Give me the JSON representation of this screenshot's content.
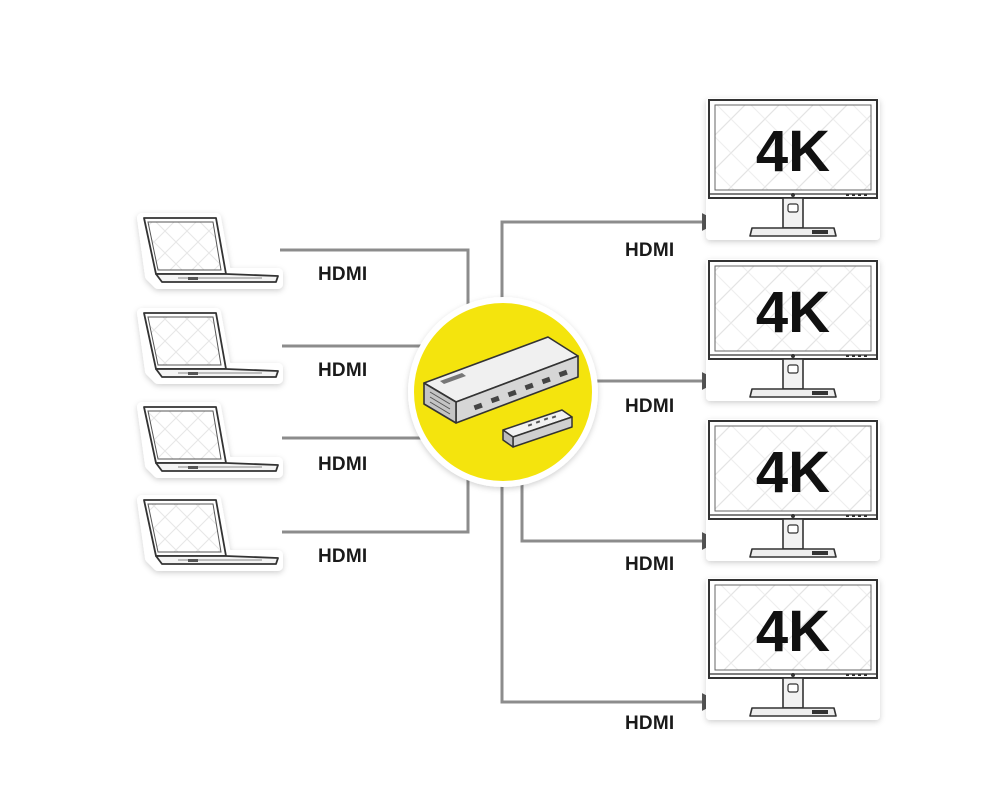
{
  "colors": {
    "background": "#ffffff",
    "line": "#8c8c8c",
    "arrow": "#555555",
    "hub": "#f4e40d",
    "device_outline": "#333333",
    "text": "#1a1a1a"
  },
  "inputs": {
    "device_icon": "laptop-icon",
    "sources": [
      {
        "cable_label": "HDMI"
      },
      {
        "cable_label": "HDMI"
      },
      {
        "cable_label": "HDMI"
      },
      {
        "cable_label": "HDMI"
      }
    ]
  },
  "hub": {
    "device_icon": "matrix-switch-icon",
    "accessory_icon": "remote-control-icon"
  },
  "outputs": {
    "device_icon": "monitor-icon",
    "displays": [
      {
        "resolution": "4K",
        "cable_label": "HDMI"
      },
      {
        "resolution": "4K",
        "cable_label": "HDMI"
      },
      {
        "resolution": "4K",
        "cable_label": "HDMI"
      },
      {
        "resolution": "4K",
        "cable_label": "HDMI"
      }
    ]
  }
}
